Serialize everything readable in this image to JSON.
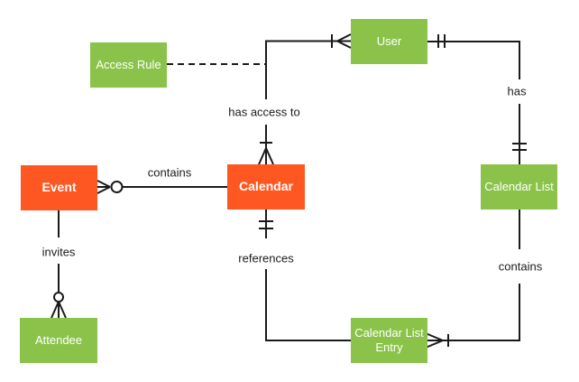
{
  "diagram": {
    "type": "entity-relationship",
    "colors": {
      "entity_primary": "#FF5722",
      "entity_secondary": "#8BC34A",
      "line": "#1a1a1a",
      "label": "#1c1c1c",
      "background": "#ffffff"
    },
    "entities": {
      "access_rule": {
        "label": "Access Rule",
        "style": "secondary"
      },
      "user": {
        "label": "User",
        "style": "secondary"
      },
      "event": {
        "label": "Event",
        "style": "primary"
      },
      "calendar": {
        "label": "Calendar",
        "style": "primary"
      },
      "calendar_list": {
        "label": "Calendar List",
        "style": "secondary"
      },
      "calendar_list_entry": {
        "label": "Calendar List Entry",
        "style": "secondary"
      },
      "attendee": {
        "label": "Attendee",
        "style": "secondary"
      }
    },
    "relationships": [
      {
        "label": "contains",
        "from": "Calendar",
        "to": "Event",
        "from_cardinality": "none",
        "to_cardinality": "zero-or-many",
        "style": "solid"
      },
      {
        "label": "invites",
        "from": "Event",
        "to": "Attendee",
        "from_cardinality": "none",
        "to_cardinality": "zero-or-many",
        "style": "solid"
      },
      {
        "label": "has access to",
        "from": "User",
        "to": "Calendar",
        "from_cardinality": "one-or-many",
        "to_cardinality": "one-or-many",
        "style": "solid"
      },
      {
        "label": "has",
        "from": "User",
        "to": "Calendar List",
        "from_cardinality": "one-and-only-one",
        "to_cardinality": "one-and-only-one",
        "style": "solid"
      },
      {
        "label": "contains",
        "from": "Calendar List",
        "to": "Calendar List Entry",
        "from_cardinality": "none",
        "to_cardinality": "one-or-many",
        "style": "solid"
      },
      {
        "label": "references",
        "from": "Calendar",
        "to": "Calendar List Entry",
        "from_cardinality": "one-and-only-one",
        "to_cardinality": "none",
        "style": "solid"
      },
      {
        "label": "",
        "from": "Access Rule",
        "to": "has access to relationship",
        "from_cardinality": "none",
        "to_cardinality": "none",
        "style": "dashed"
      }
    ]
  }
}
